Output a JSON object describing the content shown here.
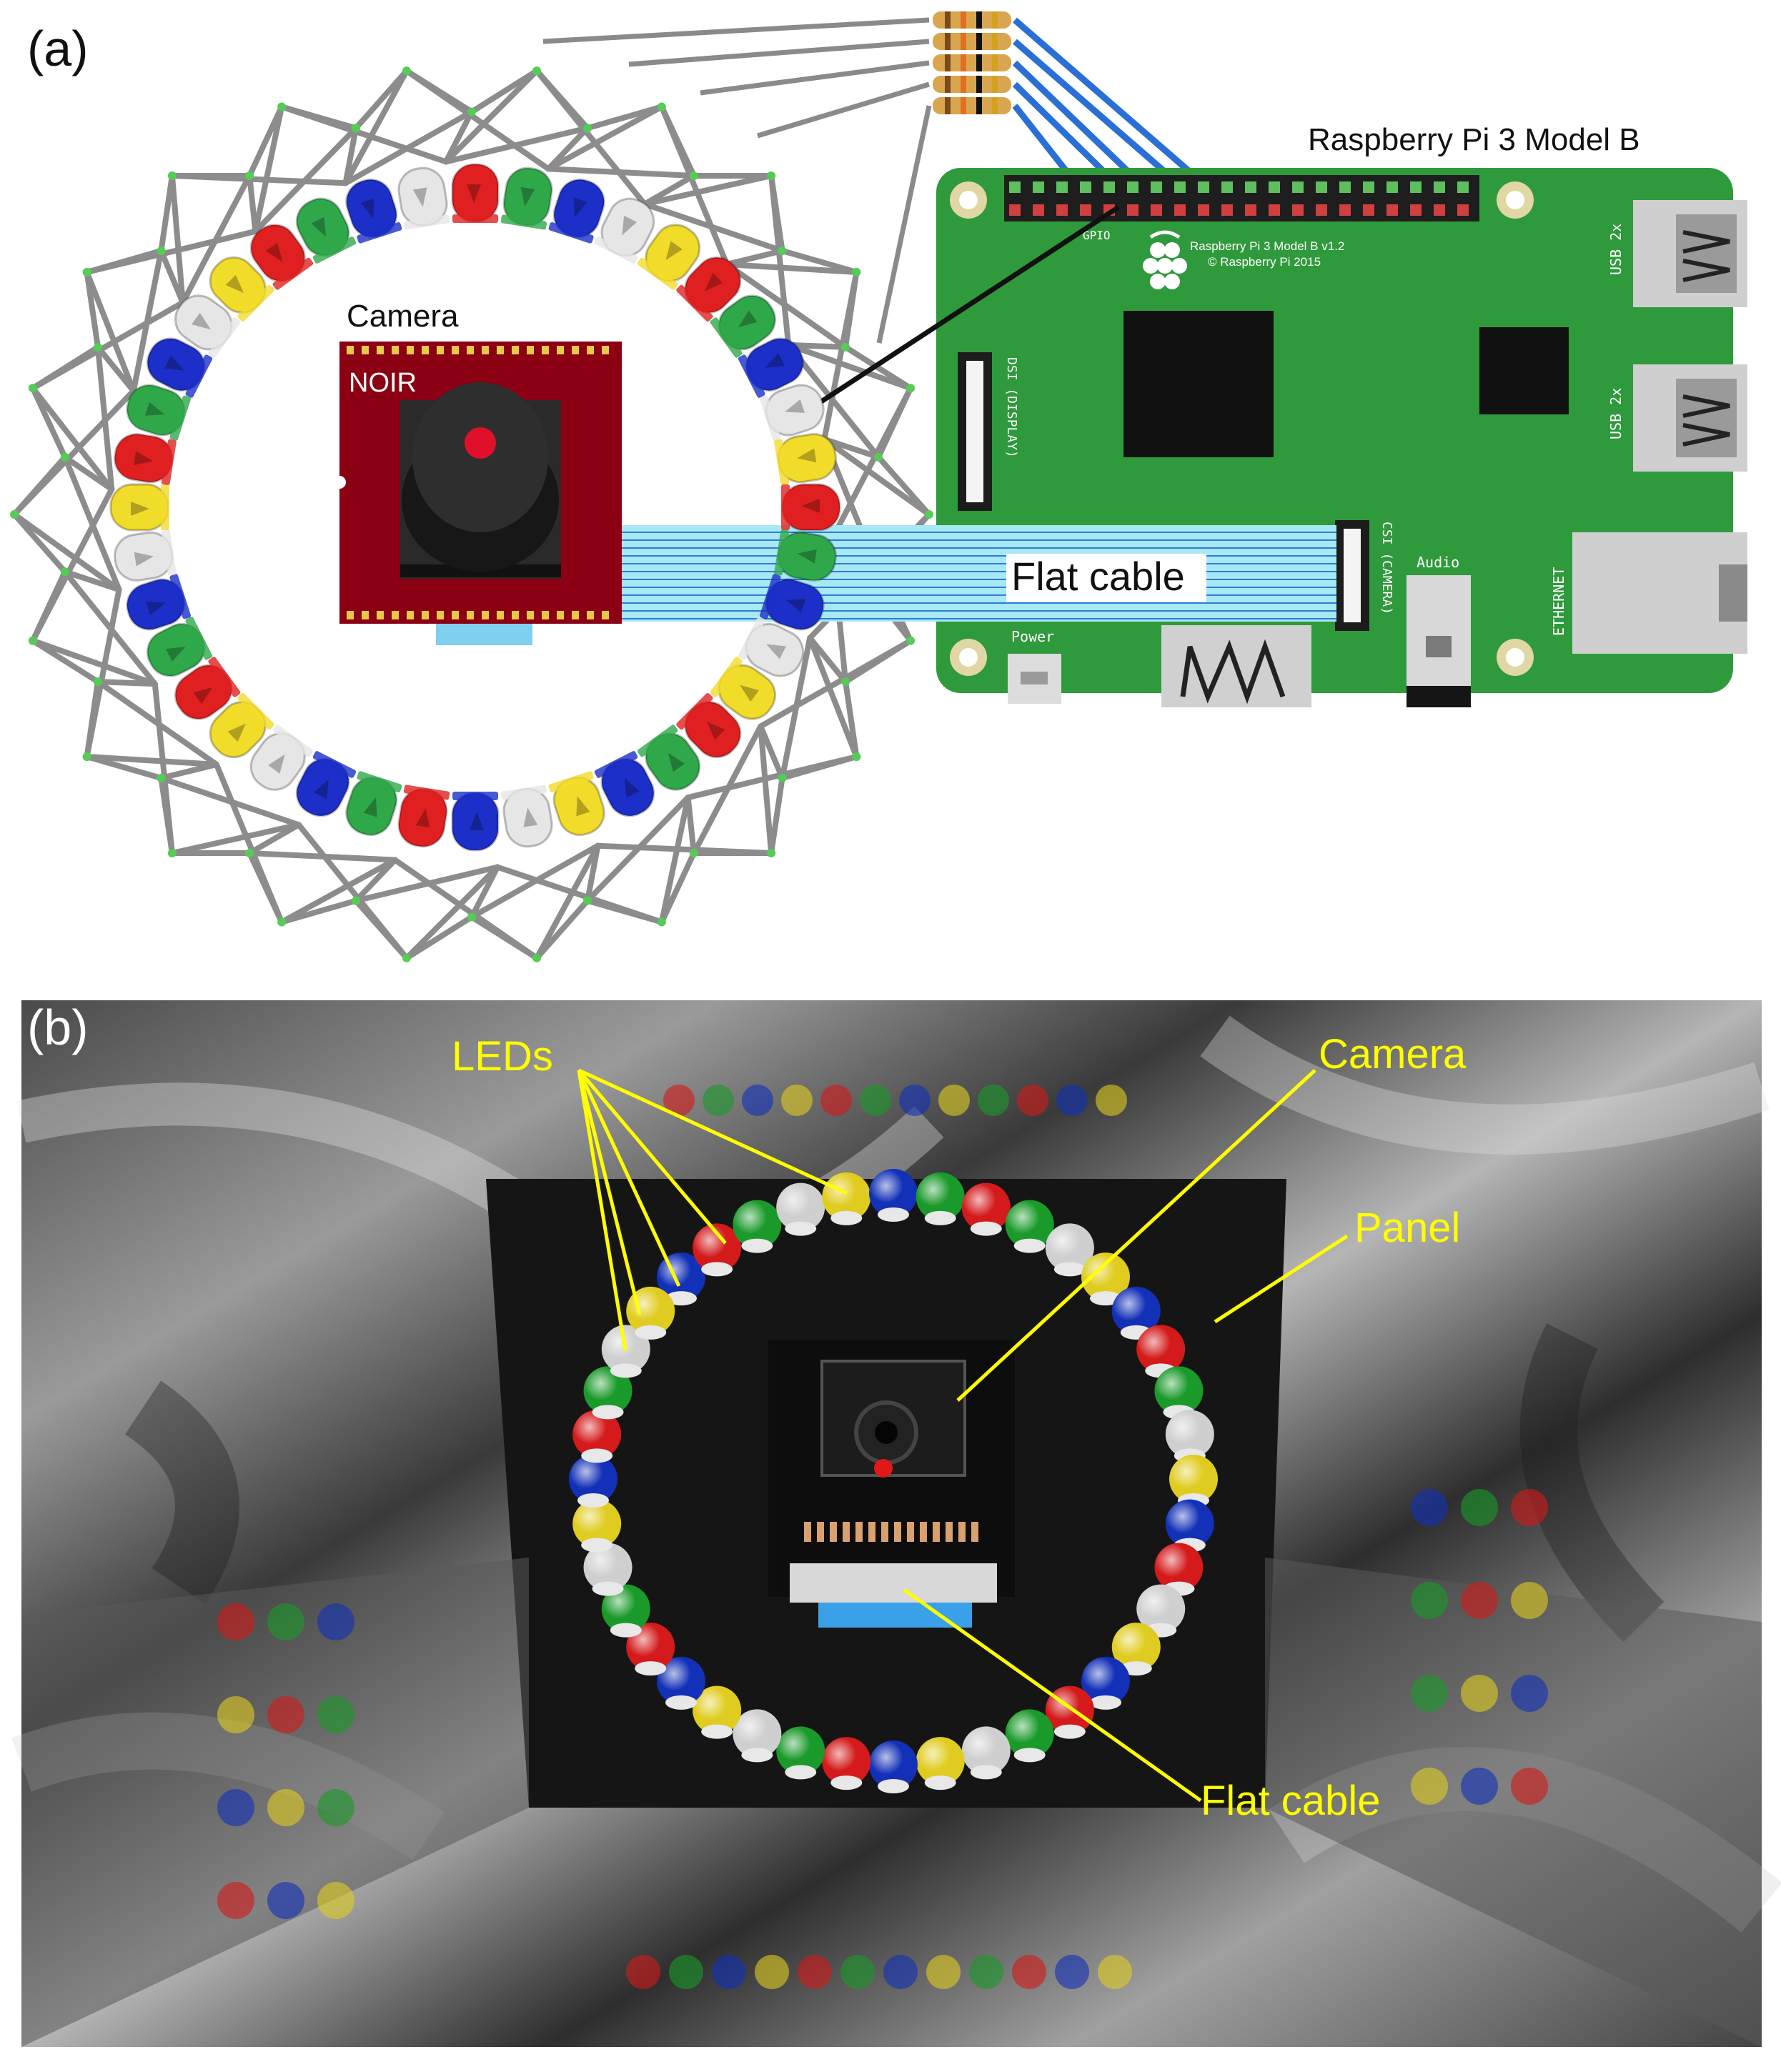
{
  "panel_a": {
    "label": "(a)",
    "board_title": "Raspberry Pi 3 Model B",
    "camera_label": "Camera",
    "camera_module_text": "NOIR",
    "flat_cable_label": "Flat cable",
    "silk": {
      "gpio": "GPIO",
      "model": "Raspberry Pi 3 Model B v1.2",
      "copyright": "© Raspberry Pi 2015",
      "dsi": "DSI (DISPLAY)",
      "csi": "CSI (CAMERA)",
      "usb_top": "USB 2x",
      "usb_bottom": "USB 2x",
      "ethernet": "ETHERNET",
      "audio": "Audio",
      "power": "Power"
    },
    "led_colors": [
      "red",
      "green",
      "blue",
      "white",
      "yellow",
      "red",
      "green",
      "blue",
      "white",
      "yellow",
      "red",
      "green",
      "blue",
      "white",
      "yellow",
      "red",
      "green",
      "blue",
      "yellow",
      "white",
      "blue",
      "red",
      "green",
      "blue",
      "white",
      "yellow",
      "red",
      "green",
      "blue",
      "white",
      "yellow",
      "red",
      "green",
      "blue",
      "white",
      "yellow",
      "red",
      "green",
      "blue",
      "white"
    ],
    "palette": {
      "red": "#e02020",
      "green": "#2fa84a",
      "blue": "#1c2fc8",
      "white": "#e6e6e6",
      "yellow": "#f2dc2a",
      "board": "#2f9a3c",
      "camera_pcb": "#8b0012",
      "cable": "#a8e8f4",
      "jumper": "#2a6fd6"
    }
  },
  "panel_b": {
    "label": "(b)",
    "annotations": {
      "leds": "LEDs",
      "camera": "Camera",
      "panel": "Panel",
      "flat_cable": "Flat cable"
    },
    "led_ring_colors": [
      "blue",
      "red",
      "green",
      "white",
      "yellow",
      "blue",
      "green",
      "red",
      "green",
      "white",
      "yellow",
      "blue",
      "red",
      "green",
      "white",
      "yellow",
      "blue",
      "red",
      "white",
      "yellow",
      "blue",
      "red",
      "green",
      "white",
      "yellow",
      "blue",
      "red",
      "green",
      "white",
      "yellow",
      "blue",
      "red",
      "green",
      "white",
      "yellow",
      "blue",
      "red",
      "green",
      "white",
      "yellow"
    ],
    "annotation_color": "#ffff00"
  }
}
